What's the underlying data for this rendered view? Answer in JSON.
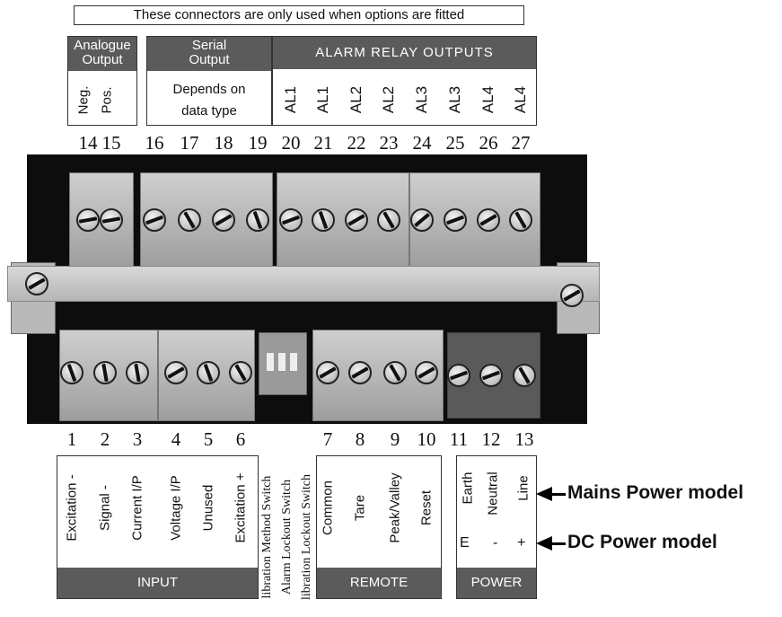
{
  "notice": "These connectors are only used when options are fitted",
  "top_groups": {
    "analogue": {
      "title": "Analogue Output",
      "labels": [
        "Neg.",
        "Pos."
      ]
    },
    "serial": {
      "title": "Serial Output",
      "note_line1": "Depends on",
      "note_line2": "data type"
    },
    "alarm": {
      "title": "ALARM RELAY OUTPUTS",
      "labels": [
        "AL1",
        "AL1",
        "AL2",
        "AL2",
        "AL3",
        "AL3",
        "AL4",
        "AL4"
      ]
    }
  },
  "top_numbers": [
    "14",
    "15",
    "16",
    "17",
    "18",
    "19",
    "20",
    "21",
    "22",
    "23",
    "24",
    "25",
    "26",
    "27"
  ],
  "bottom_numbers": [
    "1",
    "2",
    "3",
    "4",
    "5",
    "6",
    "7",
    "8",
    "9",
    "10",
    "11",
    "12",
    "13"
  ],
  "input": {
    "title": "INPUT",
    "labels": [
      "Excitation -",
      "Signal  -",
      "Current I/P",
      "Voltage I/P",
      "Unused",
      "Excitation +"
    ]
  },
  "switches": [
    "libration Method Switch",
    "Alarm Lockout Switch",
    "libration Lockout Switch"
  ],
  "remote": {
    "title": "REMOTE",
    "labels": [
      "Common",
      "Tare",
      "Peak/Valley",
      "Reset"
    ]
  },
  "power": {
    "title": "POWER",
    "mains_labels": [
      "Earth",
      "Neutral",
      "Line"
    ],
    "dc_labels": [
      "E",
      "-",
      "+"
    ],
    "mains_model": "Mains Power model",
    "dc_model": "DC Power model"
  },
  "icons": [
    "terminal-screw-icon",
    "dip-switch-icon",
    "arrow-left-icon"
  ],
  "colors": {
    "band": "#5b5b5b",
    "plate": "#0d0d0d",
    "terminal": "#bdbdbd",
    "power_block": "#5a5a5a"
  }
}
